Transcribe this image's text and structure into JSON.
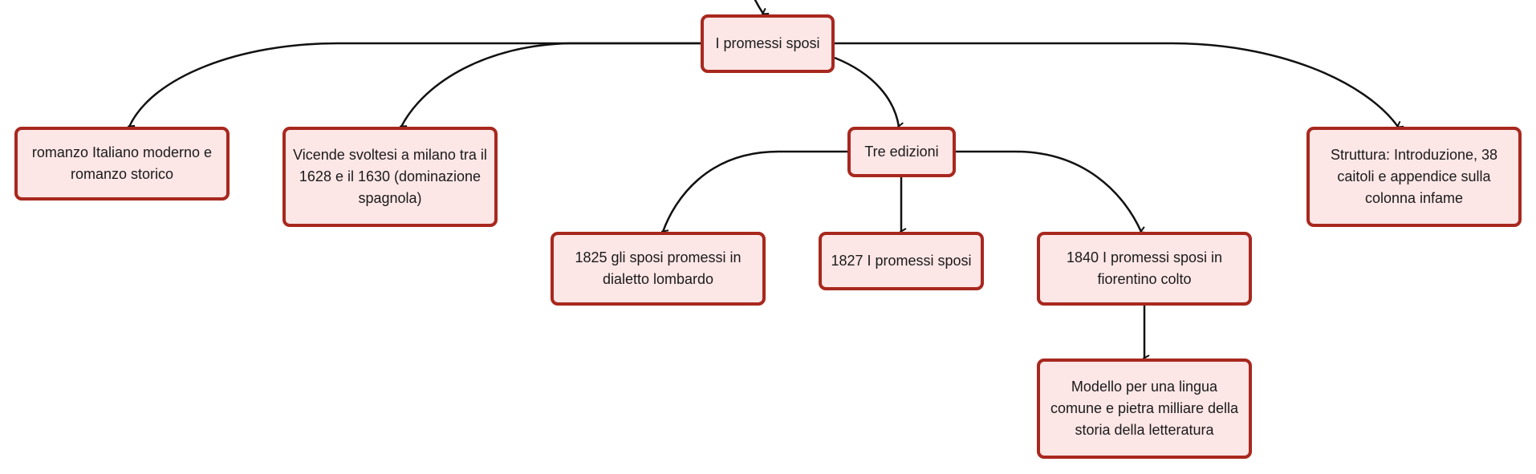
{
  "colors": {
    "node_fill": "#fde6e6",
    "node_border": "#a8281e",
    "edge": "#111111",
    "text": "#1a1a1a"
  },
  "nodes": {
    "root": {
      "text": "I promessi sposi"
    },
    "romanzo": {
      "text": "romanzo Italiano moderno e romanzo storico"
    },
    "vicende": {
      "text": "Vicende svoltesi a milano tra il 1628 e il 1630 (dominazione spagnola)"
    },
    "edizioni": {
      "text": "Tre edizioni"
    },
    "struttura": {
      "text": "Struttura: Introduzione, 38 caitoli e appendice sulla colonna infame"
    },
    "ed1825": {
      "text": "1825 gli sposi promessi  in dialetto lombardo"
    },
    "ed1827": {
      "text": "1827 I promessi sposi"
    },
    "ed1840": {
      "text": "1840 I promessi sposi in fiorentino colto"
    },
    "modello": {
      "text": "Modello per una lingua comune e pietra milliare della storia della letteratura"
    }
  }
}
